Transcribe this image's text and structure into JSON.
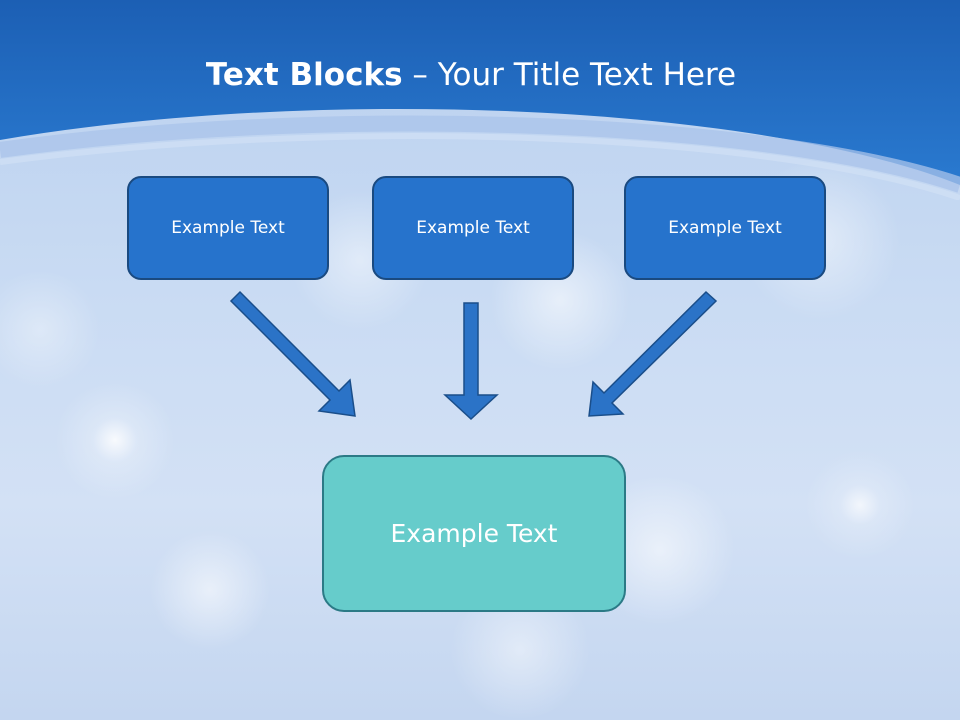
{
  "title": {
    "bold_part": "Text Blocks",
    "dash": "–",
    "regular_part": "Your Title Text Here"
  },
  "blocks": [
    {
      "label": "Example Text"
    },
    {
      "label": "Example Text"
    },
    {
      "label": "Example Text"
    }
  ],
  "target": {
    "label": "Example Text"
  },
  "colors": {
    "header_blue": "#2672c9",
    "block_fill": "#2673cc",
    "block_border": "#1a4a80",
    "target_fill": "#66cccb",
    "target_border": "#2b7a86",
    "arrow_fill": "#2b73c7",
    "arrow_stroke": "#1a4e8a"
  }
}
